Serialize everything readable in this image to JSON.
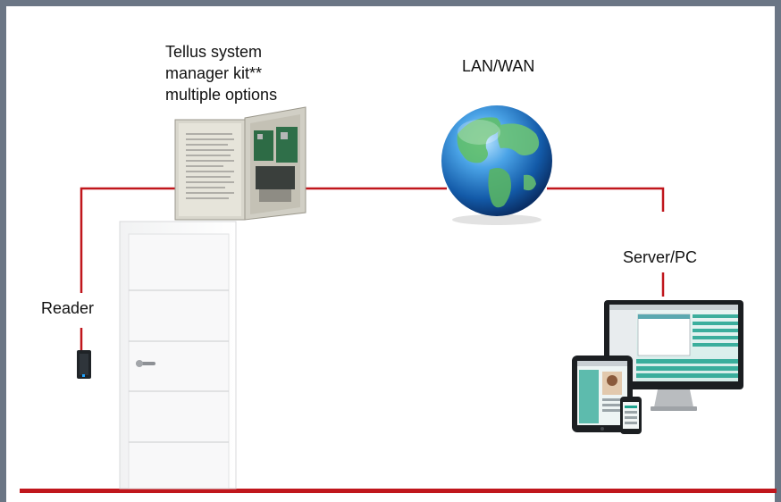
{
  "diagram": {
    "manager_label": "Tellus system\nmanager kit**\nmultiple options",
    "network_label": "LAN/WAN",
    "server_label": "Server/PC",
    "reader_label": "Reader"
  },
  "colors": {
    "frame": "#6b7685",
    "connection_line": "#c0161c",
    "floor_line": "#c0161c"
  },
  "icons": [
    "control-panel-icon",
    "globe-icon",
    "card-reader-icon",
    "door-icon",
    "monitor-icon",
    "tablet-icon",
    "phone-icon"
  ]
}
